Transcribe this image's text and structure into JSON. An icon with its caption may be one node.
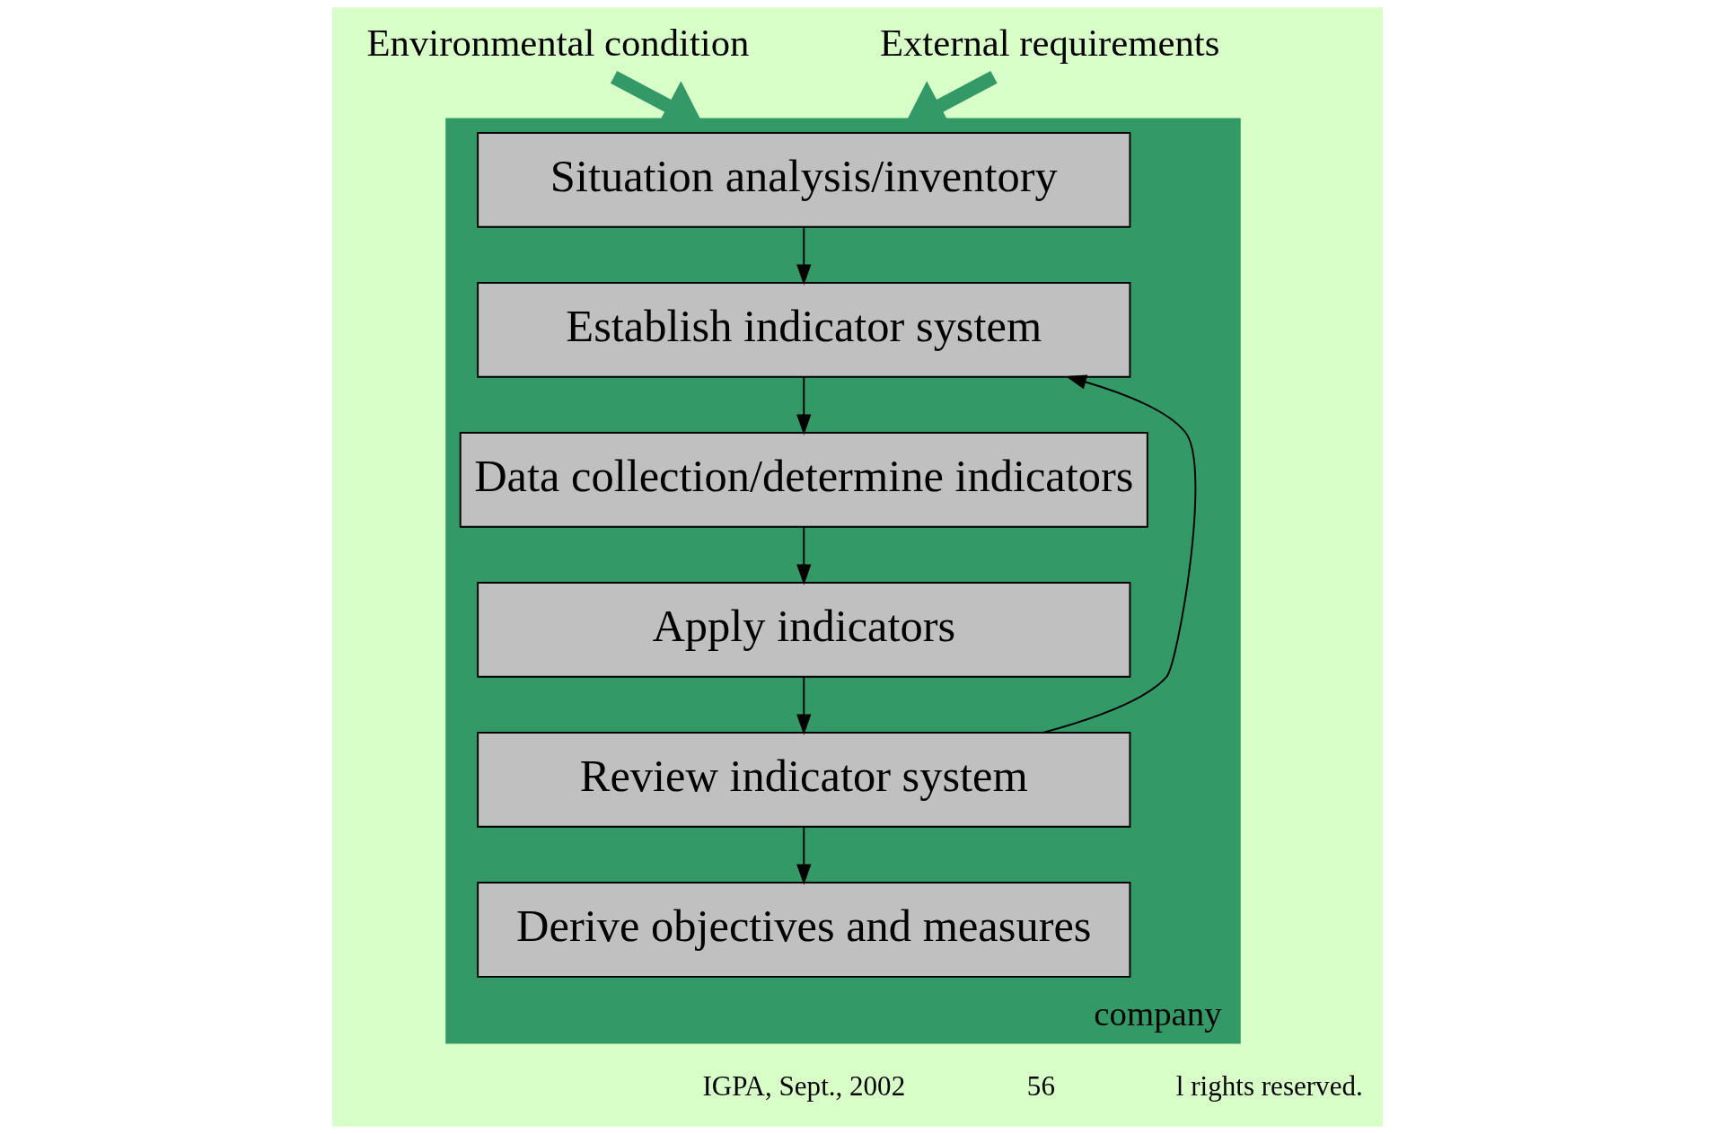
{
  "diagram": {
    "nodes": [
      {
        "text": [
          "company"
        ]
      },
      {
        "text": [
          "Situation analysis/inventory"
        ],
        "in": 0
      },
      {
        "text": [
          "Establish indicator system"
        ],
        "in": 0
      },
      {
        "text": [
          "Data collection/determine indicators"
        ],
        "in": 0
      },
      {
        "text": [
          "Apply indicators"
        ],
        "in": 0
      },
      {
        "text": [
          "Review indicator system"
        ],
        "in": 0
      },
      {
        "text": [
          "Derive objectives and measures"
        ],
        "in": 0
      },
      {
        "text": [
          "Environmental condition"
        ]
      },
      {
        "text": [
          "External requirements"
        ]
      }
    ],
    "edges": [
      {
        "from": 1,
        "to": 2,
        "arrow": "to"
      },
      {
        "from": 2,
        "to": 3,
        "arrow": "to"
      },
      {
        "from": 3,
        "to": 4,
        "arrow": "to"
      },
      {
        "from": 4,
        "to": 5,
        "arrow": "to"
      },
      {
        "from": 5,
        "to": 6,
        "arrow": "to"
      },
      {
        "from": 5,
        "to": 2,
        "arrow": "to"
      },
      {
        "from": 7,
        "to": 0,
        "arrow": "to",
        "style": "thick",
        "color": "#339966"
      },
      {
        "from": 8,
        "to": 0,
        "arrow": "to",
        "style": "thick",
        "color": "#339966"
      }
    ],
    "labels": [
      "IGPA, Sept., 2002",
      "56",
      "l rights reserved."
    ]
  }
}
